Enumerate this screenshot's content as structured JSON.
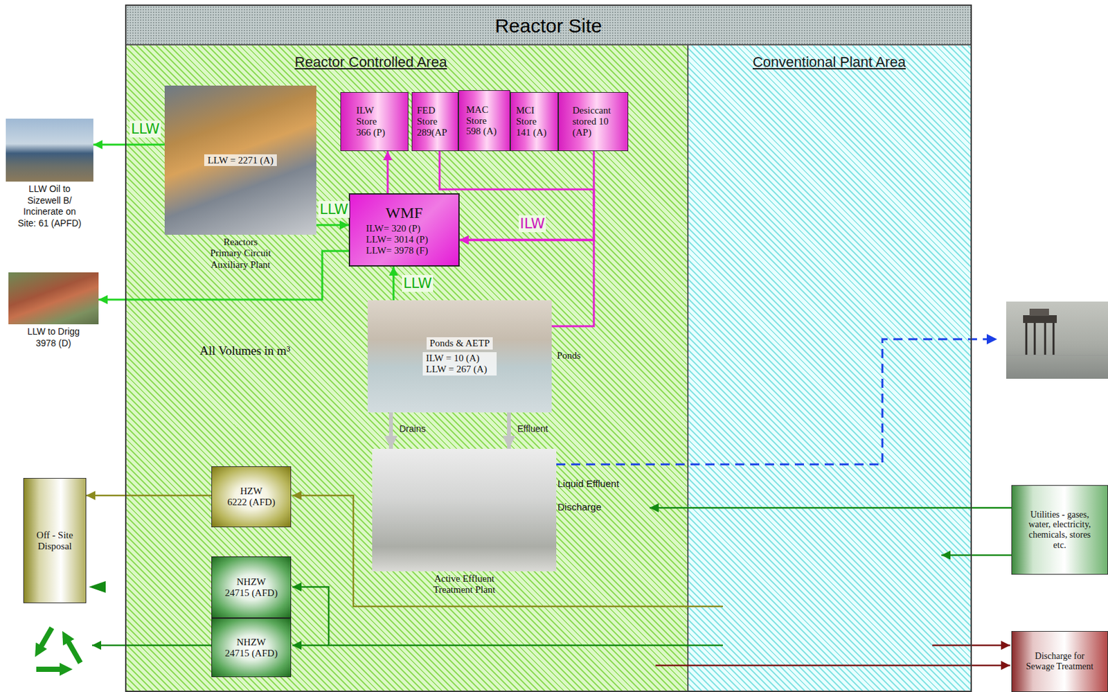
{
  "diagram": {
    "nodes": [
      {
        "text": [
          "Reactor Site"
        ]
      },
      {
        "text": [
          "Reactor Controlled Area"
        ],
        "in": 0
      },
      {
        "text": [
          "Conventional Plant Area"
        ],
        "in": 0
      },
      {
        "text": [
          "LLW = 2271 (A)",
          "Reactors Primary Circuit Auxiliary Plant"
        ],
        "in": 1
      },
      {
        "text": [
          "ILW Store 366 (P)"
        ],
        "in": 1
      },
      {
        "text": [
          "FED Store 289(AP"
        ],
        "in": 1
      },
      {
        "text": [
          "MAC Store 598 (A)"
        ],
        "in": 1
      },
      {
        "text": [
          "MCI Store 141 (A)"
        ],
        "in": 1
      },
      {
        "text": [
          "Desiccant stored 10 (AP)"
        ],
        "in": 1
      },
      {
        "text": [
          "WMF",
          "ILW= 320 (P) LLW= 3014 (P) LLW= 3978 (F)"
        ],
        "in": 1
      },
      {
        "text": [
          "Ponds & AETP",
          "ILW = 10 (A) LLW = 267 (A)",
          "Ponds"
        ],
        "in": 1
      },
      {
        "text": [
          "Active Effluent Treatment Plant"
        ],
        "in": 1
      },
      {
        "text": [
          "HZW",
          "6222 (AFD)"
        ],
        "in": 1
      },
      {
        "text": [
          "NHZW",
          "24715 (AFD)"
        ],
        "in": 1
      },
      {
        "text": [
          "NHZW",
          "24715 (AFD)"
        ],
        "in": 1
      },
      {
        "text": [
          "LLW Oil to Sizewell B/ Incinerate on Site: 61 (APFD)"
        ]
      },
      {
        "text": [
          "LLW to Drigg 3978 (D)"
        ]
      },
      {
        "text": [
          "Off - Site Disposal"
        ]
      },
      {
        "text": [
          "Utilities - gases, water, electricity, chemicals, stores etc."
        ]
      },
      {
        "text": [
          "Discharge for Sewage Treatment"
        ]
      }
    ],
    "edges": [
      {
        "from": 3,
        "to": 15,
        "arrow": "to",
        "label": "LLW"
      },
      {
        "from": 3,
        "to": 9,
        "arrow": "to",
        "label": "LLW"
      },
      {
        "from": 9,
        "to": 16,
        "arrow": "to"
      },
      {
        "from": 9,
        "to": 4,
        "arrow": "to"
      },
      {
        "from": 5,
        "to": 9,
        "arrow": "to"
      },
      {
        "from": 8,
        "to": 9,
        "arrow": "to",
        "label": "ILW"
      },
      {
        "from": 10,
        "to": 9,
        "arrow": "to"
      },
      {
        "from": 10,
        "to": 9,
        "arrow": "to",
        "label": "LLW"
      },
      {
        "from": 10,
        "to": 11,
        "arrow": "to",
        "label": "Drains"
      },
      {
        "from": 10,
        "to": 11,
        "arrow": "to",
        "label": "Effluent"
      },
      {
        "from": 12,
        "to": 17,
        "arrow": "to"
      }
    ],
    "labels": [
      "All Volumes in m³",
      "Liquid Effluent Discharge"
    ]
  }
}
